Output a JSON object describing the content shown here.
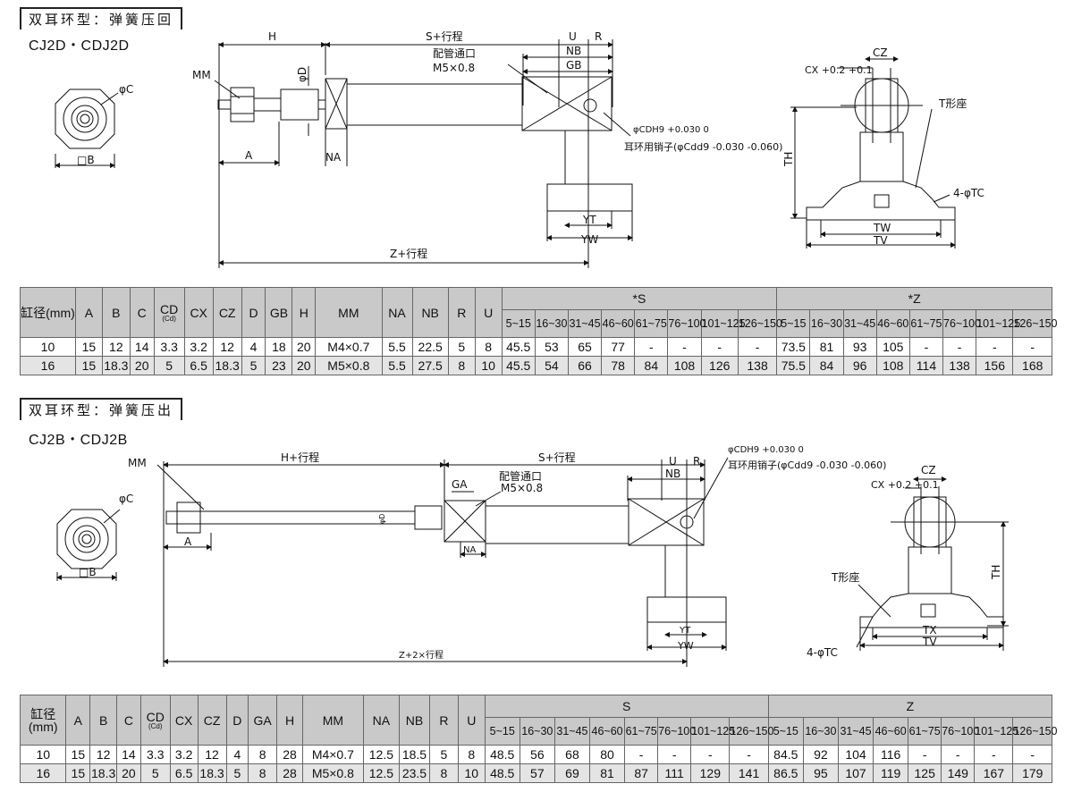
{
  "sec1": {
    "title": "双耳环型：弹簧压回",
    "model": "CJ2D・CDJ2D",
    "labels": {
      "H": "H",
      "S": "S+行程",
      "U": "U",
      "R": "R",
      "NB": "NB",
      "GB": "GB",
      "port": "配管通口",
      "port_size": "M5×0.8",
      "MM": "MM",
      "D": "φD",
      "C": "φC",
      "B": "□B",
      "A": "A",
      "NA": "NA",
      "CD": "φCDH9 +0.030 0",
      "pin": "耳环用销子(φCdd9 -0.030 -0.060)",
      "YT": "YT",
      "YW": "YW",
      "Z": "Z+行程",
      "CX": "CX +0.2 +0.1",
      "CZ": "CZ",
      "TH": "TH",
      "T": "T形座",
      "TC": "4-φTC",
      "TW": "TW",
      "TV": "TV"
    },
    "headers": [
      "缸径(mm)",
      "A",
      "B",
      "C",
      "CD",
      "(Cd)",
      "CX",
      "CZ",
      "D",
      "GB",
      "H",
      "MM",
      "NA",
      "NB",
      "R",
      "U",
      "*S",
      "*Z"
    ],
    "ranges": [
      "5~15",
      "16~30",
      "31~45",
      "46~60",
      "61~75",
      "76~100",
      "101~125",
      "126~150"
    ],
    "rows": [
      [
        "10",
        "15",
        "12",
        "14",
        "3.3",
        "3.2",
        "12",
        "4",
        "18",
        "20",
        "M4×0.7",
        "5.5",
        "22.5",
        "5",
        "8",
        "45.5",
        "53",
        "65",
        "77",
        "-",
        "-",
        "-",
        "-",
        "73.5",
        "81",
        "93",
        "105",
        "-",
        "-",
        "-",
        "-"
      ],
      [
        "16",
        "15",
        "18.3",
        "20",
        "5",
        "6.5",
        "18.3",
        "5",
        "23",
        "20",
        "M5×0.8",
        "5.5",
        "27.5",
        "8",
        "10",
        "45.5",
        "54",
        "66",
        "78",
        "84",
        "108",
        "126",
        "138",
        "75.5",
        "84",
        "96",
        "108",
        "114",
        "138",
        "156",
        "168"
      ]
    ]
  },
  "sec2": {
    "title": "双耳环型：弹簧压出",
    "model": "CJ2B・CDJ2B",
    "labels": {
      "MM": "MM",
      "H": "H+行程",
      "S": "S+行程",
      "U": "U",
      "R": "R",
      "NB": "NB",
      "CD": "φCDH9 +0.030 0",
      "pin": "耳环用销子(φCdd9 -0.030 -0.060)",
      "GA": "GA",
      "port": "配管通口",
      "port_size": "M5×0.8",
      "D": "φD",
      "C": "φC",
      "B": "□B",
      "A": "A",
      "NA": "NA",
      "YT": "YT",
      "YW": "YW",
      "Z": "Z+2×行程",
      "CX": "CX +0.2 +0.1",
      "CZ": "CZ",
      "TH": "TH",
      "T": "T形座",
      "TC": "4-φTC",
      "TX": "TX",
      "TV": "TV"
    },
    "headers": [
      "缸径(mm)",
      "A",
      "B",
      "C",
      "CD",
      "(Cd)",
      "CX",
      "CZ",
      "D",
      "GA",
      "H",
      "MM",
      "NA",
      "NB",
      "R",
      "U",
      "S",
      "Z"
    ],
    "ranges": [
      "5~15",
      "16~30",
      "31~45",
      "46~60",
      "61~75",
      "76~100",
      "101~125",
      "126~150"
    ],
    "rows": [
      [
        "10",
        "15",
        "12",
        "14",
        "3.3",
        "3.2",
        "12",
        "4",
        "8",
        "28",
        "M4×0.7",
        "12.5",
        "18.5",
        "5",
        "8",
        "48.5",
        "56",
        "68",
        "80",
        "-",
        "-",
        "-",
        "-",
        "84.5",
        "92",
        "104",
        "116",
        "-",
        "-",
        "-",
        "-"
      ],
      [
        "16",
        "15",
        "18.3",
        "20",
        "5",
        "6.5",
        "18.3",
        "5",
        "8",
        "28",
        "M5×0.8",
        "12.5",
        "23.5",
        "8",
        "10",
        "48.5",
        "57",
        "69",
        "81",
        "87",
        "111",
        "129",
        "141",
        "86.5",
        "95",
        "107",
        "119",
        "125",
        "149",
        "167",
        "179"
      ]
    ]
  }
}
